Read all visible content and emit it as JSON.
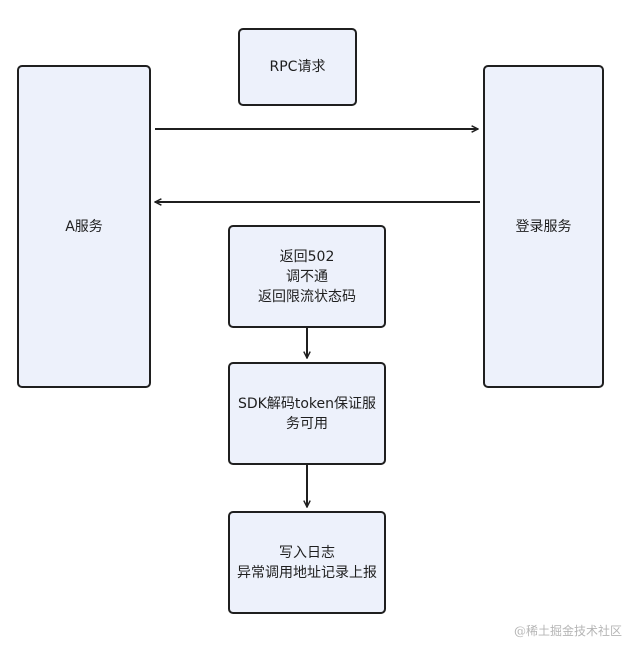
{
  "diagram": {
    "rpc_label": "RPC请求",
    "service_a": "A服务",
    "login_service": "登录服务",
    "error_box": [
      "返回502",
      "调不通",
      "返回限流状态码"
    ],
    "sdk_box": [
      "SDK解码token保证服",
      "务可用"
    ],
    "log_box": [
      "写入日志",
      "异常调用地址记录上报"
    ]
  },
  "watermark": "@稀土掘金技术社区"
}
